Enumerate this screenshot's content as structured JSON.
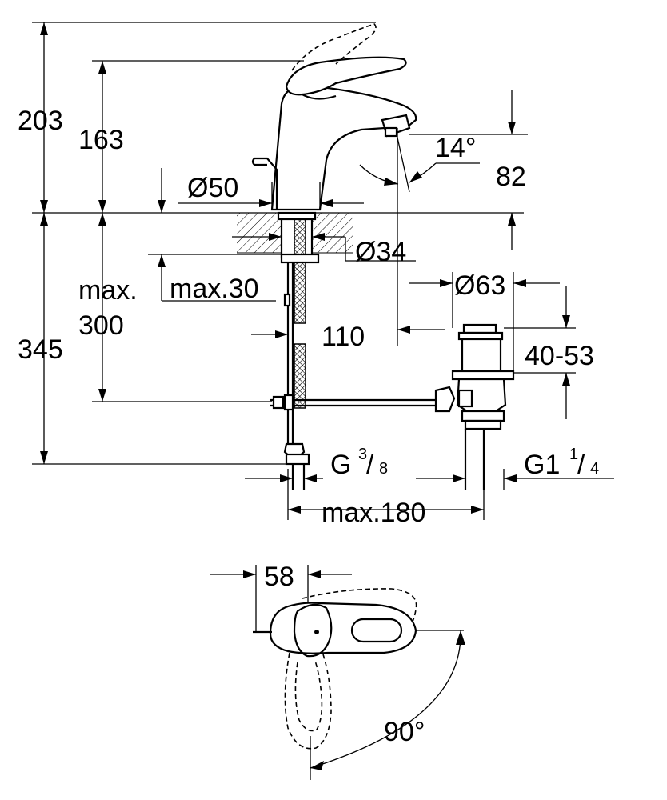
{
  "side_view": {
    "dim_203": "203",
    "dim_163": "163",
    "dim_14deg": "14°",
    "dim_82": "82",
    "dim_d50": "Ø50",
    "dim_d34": "Ø34",
    "dim_d63": "Ø63",
    "dim_max_label": "max.",
    "dim_300": "300",
    "dim_max30": "max.30",
    "dim_110": "110",
    "dim_40_53": "40-53",
    "dim_345": "345",
    "thread_g_base": "G",
    "thread_g_num": "3",
    "thread_g_den": "8",
    "thread_g1_base": "G1",
    "thread_g1_num": "1",
    "thread_g1_den": "4",
    "dim_max180": "max.180"
  },
  "top_view": {
    "dim_58": "58",
    "dim_90deg": "90°"
  }
}
